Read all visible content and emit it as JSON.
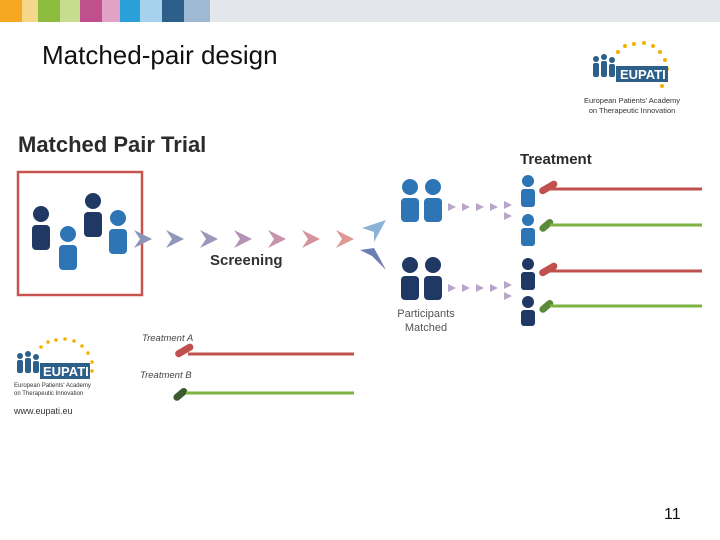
{
  "slide": {
    "title": "Matched-pair design",
    "page_number": "11"
  },
  "colors": {
    "navy": "#1f3864",
    "blue": "#2e75b6",
    "red": "#c0504d",
    "green": "#7cb342",
    "frame": "#c9534f",
    "accent_bar": [
      "#f7a823",
      "#f5d78a",
      "#8cbd3f",
      "#c6dd8f",
      "#c0508d",
      "#e0a3c6",
      "#2aa0d8",
      "#a6d2ee",
      "#2c5f8a",
      "#9db9d3"
    ]
  },
  "logo_top": {
    "name": "EUPATI",
    "caption_line1": "European Patients' Academy",
    "caption_line2": "on Therapeutic Innovation"
  },
  "diagram": {
    "title": "Matched Pair Trial",
    "screening_label": "Screening",
    "matched_line1": "Participants",
    "matched_line2": "Matched",
    "treatment_heading": "Treatment",
    "legend_a": "Treatment A",
    "legend_b": "Treatment B"
  },
  "logo_bottom": {
    "name": "EUPATI",
    "caption_line1": "European Patients' Academy",
    "caption_line2": "on Therapeutic Innovation",
    "url": "www.eupati.eu"
  }
}
